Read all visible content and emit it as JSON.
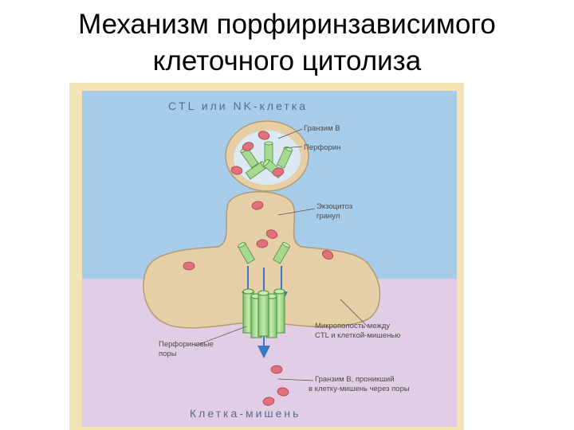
{
  "title": {
    "line1": "Механизм порфиринзависимого",
    "line2": "клеточного цитолиза"
  },
  "diagram": {
    "top_cell_label": "CTL или NK-клетка",
    "target_cell_label": "Клетка-мишень",
    "labels": {
      "granzyme": "Гранзим В",
      "perforin": "Перфорин",
      "exocytosis_1": "Экзоцитоз",
      "exocytosis_2": "гранул",
      "microcavity_1": "Микрополость между",
      "microcavity_2": "CTL и клеткой-мишенью",
      "pores_1": "Перфориновые",
      "pores_2": "поры",
      "granzyme_enter_1": "Гранзим В, проникший",
      "granzyme_enter_2": "в клетку-мишень через поры"
    },
    "colors": {
      "cell_top": "#a6cce9",
      "cell_bottom": "#e2cde6",
      "membrane": "#e6cfa6",
      "granzyme": "#e0707c",
      "perforin": "#a6d98f",
      "arrow": "#3a78c0",
      "frame": "#f3e4b8"
    }
  }
}
